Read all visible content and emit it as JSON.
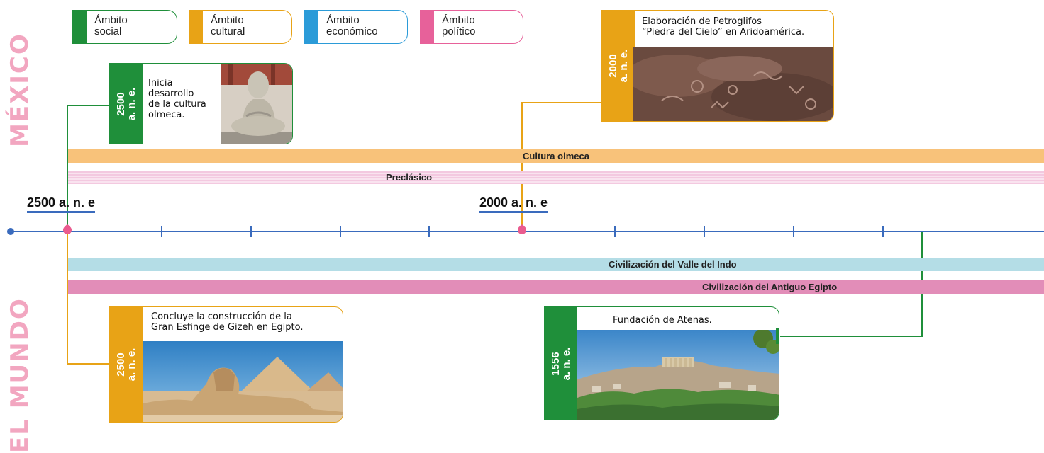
{
  "side_labels": {
    "mexico": "MÉXICO",
    "mundo": "EL MUNDO"
  },
  "legend": [
    {
      "label": "Ámbito\nsocial",
      "color": "#1f8f3a"
    },
    {
      "label": "Ámbito\ncultural",
      "color": "#e8a316"
    },
    {
      "label": "Ámbito\neconómico",
      "color": "#2b9bd8"
    },
    {
      "label": "Ámbito\npolítico",
      "color": "#e7619a"
    }
  ],
  "year_labels": {
    "start": "2500 a. n. e",
    "mid": "2000 a. n. e"
  },
  "periods": {
    "olmeca": "Cultura olmeca",
    "preclasico": "Preclásico",
    "indo": "Civilización del Valle del Indo",
    "egipto": "Civilización del Antiguo Egipto"
  },
  "events": {
    "olmeca": {
      "date": "2500\na. n. e.",
      "text": "Inicia\ndesarrollo\nde la cultura\nolmeca.",
      "scope": "social"
    },
    "petroglifos": {
      "date": "2000\na. n. e.",
      "text": "Elaboración de Petroglifos\n“Piedra del Cielo” en Aridoamérica.",
      "scope": "cultural"
    },
    "esfinge": {
      "date": "2500\na. n. e.",
      "text": "Concluye la construcción de la\nGran Esfinge de Gizeh en Egipto.",
      "scope": "cultural"
    },
    "atenas": {
      "date": "1556\na. n. e.",
      "text": "Fundación de Atenas.",
      "scope": "social"
    }
  },
  "colors": {
    "social": "#1f8f3a",
    "cultural": "#e8a316",
    "economico": "#2b9bd8",
    "politico": "#e7619a",
    "axis": "#3a6bbd"
  }
}
